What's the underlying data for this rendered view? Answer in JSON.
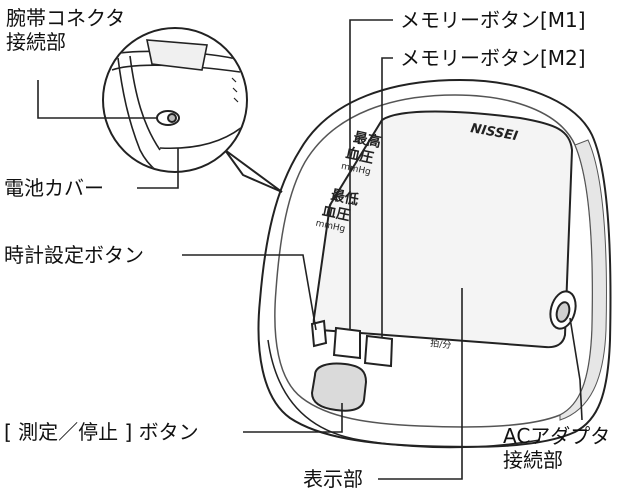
{
  "labels": {
    "cuff_connector": [
      "腕帯コネクタ",
      "接続部"
    ],
    "battery_cover": "電池カバー",
    "clock_button": "時計設定ボタン",
    "measure_button": "[ 測定／停止 ] ボタン",
    "memory_m1": "メモリーボタン[M1]",
    "memory_m2": "メモリーボタン[M2]",
    "ac_adapter": [
      "ACアダプタ",
      "接続部"
    ],
    "display": "表示部"
  },
  "device_markings": {
    "brand": "NISSEI",
    "systolic_1": "最高",
    "systolic_2": "血圧",
    "diastolic_1": "最低",
    "diastolic_2": "血圧",
    "unit": "mmHg",
    "pulse_unit": "拍/分"
  },
  "colors": {
    "line": "#222222",
    "body_fill": "#ffffff",
    "screen_fill": "#f4f4f4",
    "magnifier_fill": "#ffffff"
  }
}
